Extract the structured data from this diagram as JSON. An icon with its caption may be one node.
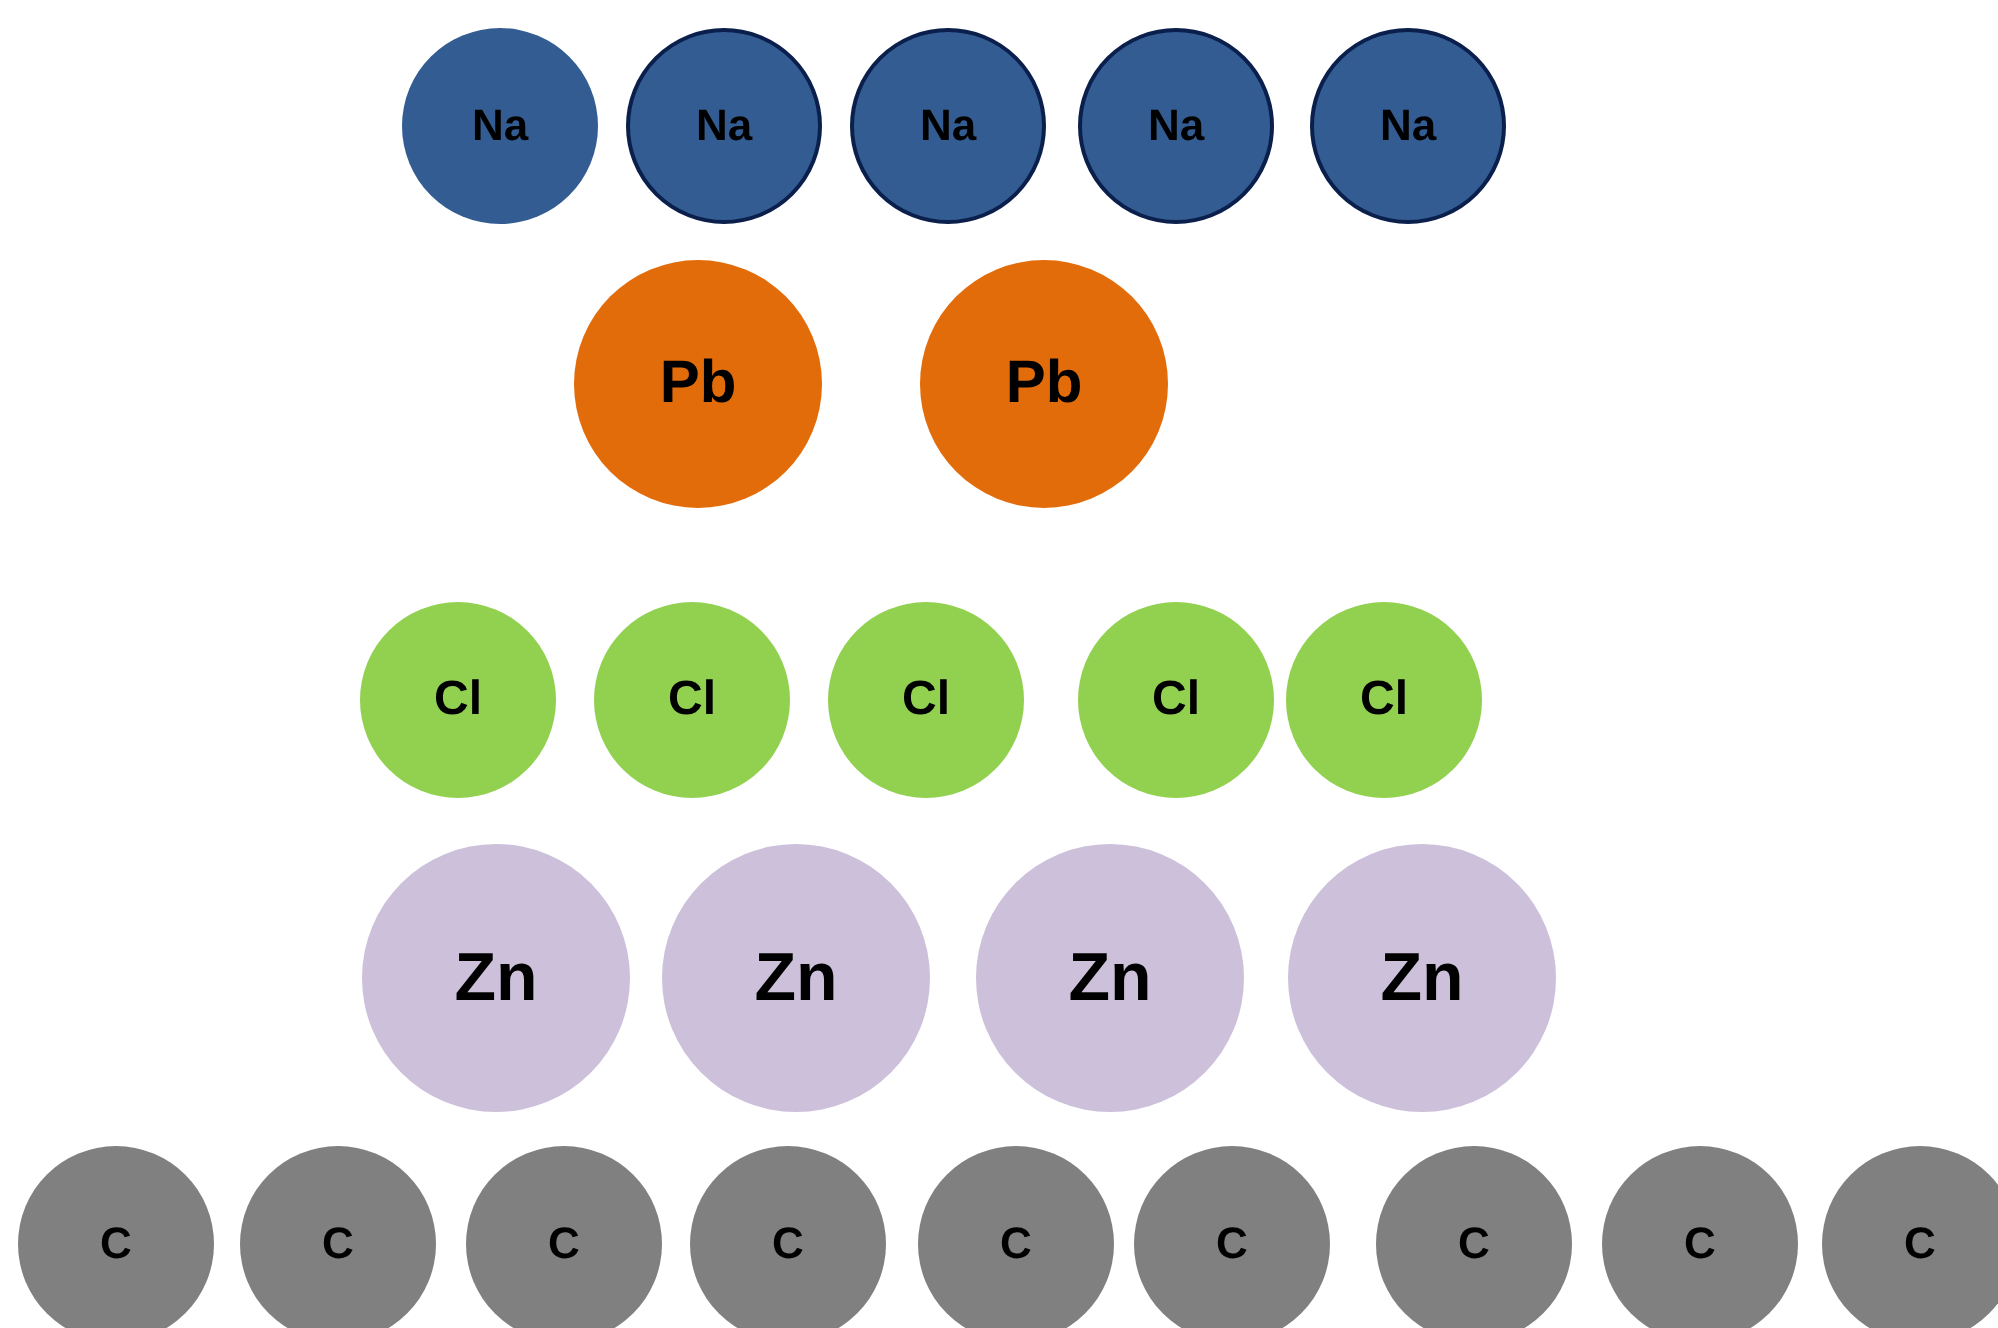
{
  "diagram": {
    "nodes": [
      {
        "text": [
          "Na"
        ]
      },
      {
        "text": [
          "Na"
        ]
      },
      {
        "text": [
          "Na"
        ]
      },
      {
        "text": [
          "Na"
        ]
      },
      {
        "text": [
          "Na"
        ]
      },
      {
        "text": [
          "Pb"
        ]
      },
      {
        "text": [
          "Pb"
        ]
      },
      {
        "text": [
          "Cl"
        ]
      },
      {
        "text": [
          "Cl"
        ]
      },
      {
        "text": [
          "Cl"
        ]
      },
      {
        "text": [
          "Cl"
        ]
      },
      {
        "text": [
          "Cl"
        ]
      },
      {
        "text": [
          "Zn"
        ]
      },
      {
        "text": [
          "Zn"
        ]
      },
      {
        "text": [
          "Zn"
        ]
      },
      {
        "text": [
          "Zn"
        ]
      },
      {
        "text": [
          "C"
        ]
      },
      {
        "text": [
          "C"
        ]
      },
      {
        "text": [
          "C"
        ]
      },
      {
        "text": [
          "C"
        ]
      },
      {
        "text": [
          "C"
        ]
      },
      {
        "text": [
          "C"
        ]
      },
      {
        "text": [
          "C"
        ]
      },
      {
        "text": [
          "C"
        ]
      },
      {
        "text": [
          "C"
        ]
      }
    ]
  }
}
